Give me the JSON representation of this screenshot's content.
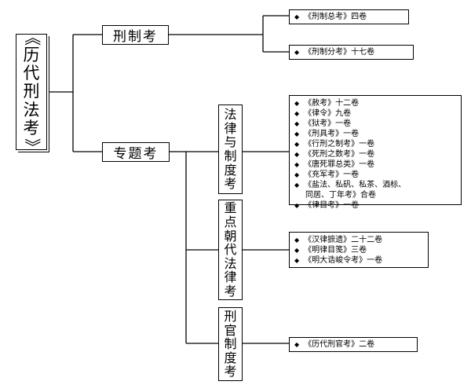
{
  "root": {
    "chars": [
      "《",
      "历",
      "代",
      "刑",
      "法",
      "考",
      "》"
    ]
  },
  "branches": {
    "xingzhi": "刑制考",
    "zhuanti": "专题考"
  },
  "subcats": {
    "falv": [
      "法",
      "律",
      "与",
      "制",
      "度",
      "考"
    ],
    "zhongdian": [
      "重",
      "点",
      "朝",
      "代",
      "法",
      "律",
      "考"
    ],
    "xingguan": [
      "刑",
      "官",
      "制",
      "度",
      "考"
    ]
  },
  "leaves": {
    "zongkao": [
      "《刑制总考》四卷"
    ],
    "fenkao": [
      "《刑制分考》十七卷"
    ],
    "falv": [
      "《赦考》十二卷",
      "《律令》九卷",
      "《狱考》一卷",
      "《刑具考》一卷",
      "《行刑之制考》一卷",
      "《死刑之数考》一卷",
      "《唐死罪总类》一卷",
      "《充军考》一卷",
      "《盐法、私矾、私茶、酒标、",
      "同居、丁年考》合卷",
      "《律目考》一卷"
    ],
    "zhongdian": [
      "《汉律摭遗》二十二卷",
      "《明律目笺》三卷",
      "《明大诰峻令考》一卷"
    ],
    "xingguan": [
      "《历代刑官考》二卷"
    ]
  },
  "bullet": "◆"
}
